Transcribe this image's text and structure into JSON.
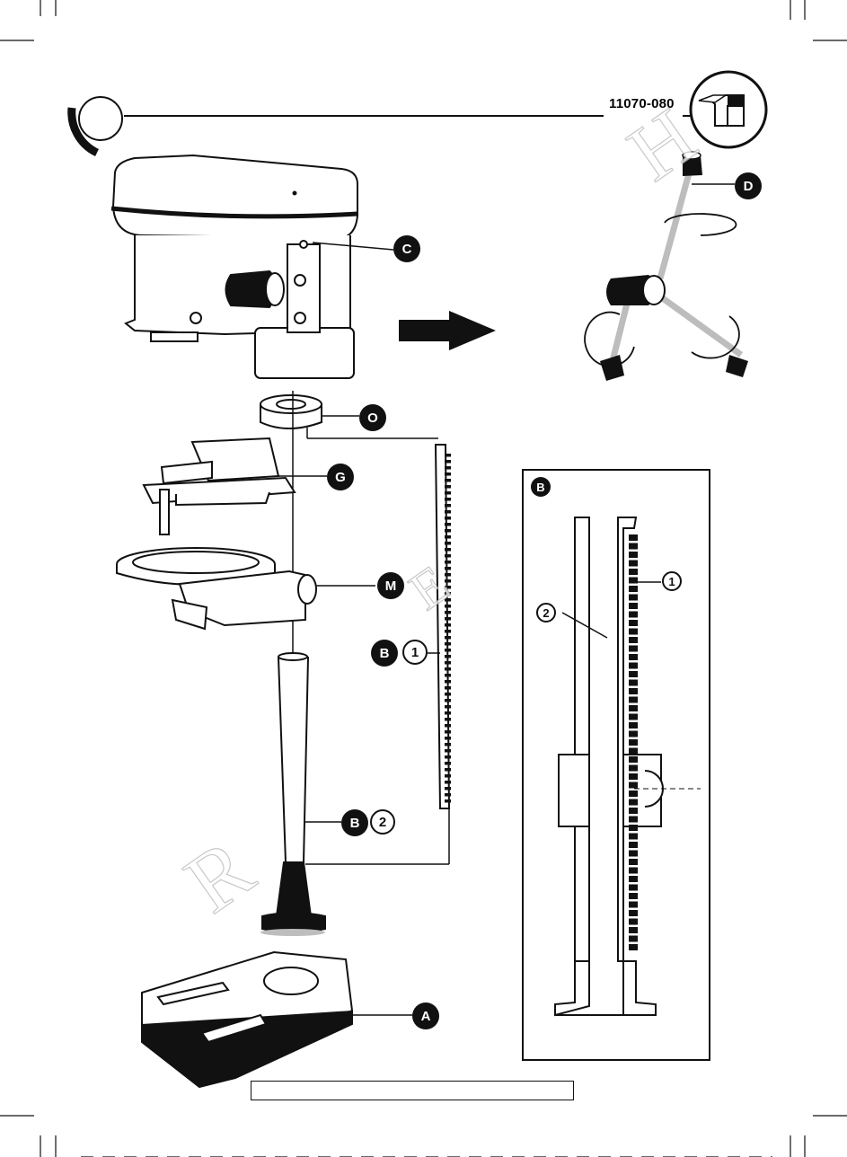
{
  "header": {
    "doc_code": "11070-080",
    "step_icon": "box-icon"
  },
  "callouts": {
    "A": "A",
    "B": "B",
    "C": "C",
    "D": "D",
    "G": "G",
    "M": "M",
    "O": "O"
  },
  "numbers": {
    "one": "1",
    "two": "2"
  },
  "watermark": {
    "letter_r": "R",
    "letter_e": "E",
    "letter_h": "H"
  },
  "colors": {
    "ink": "#111111",
    "callout_bg": "#111111",
    "callout_text": "#ffffff",
    "part_gray": "#bdbdbd"
  }
}
